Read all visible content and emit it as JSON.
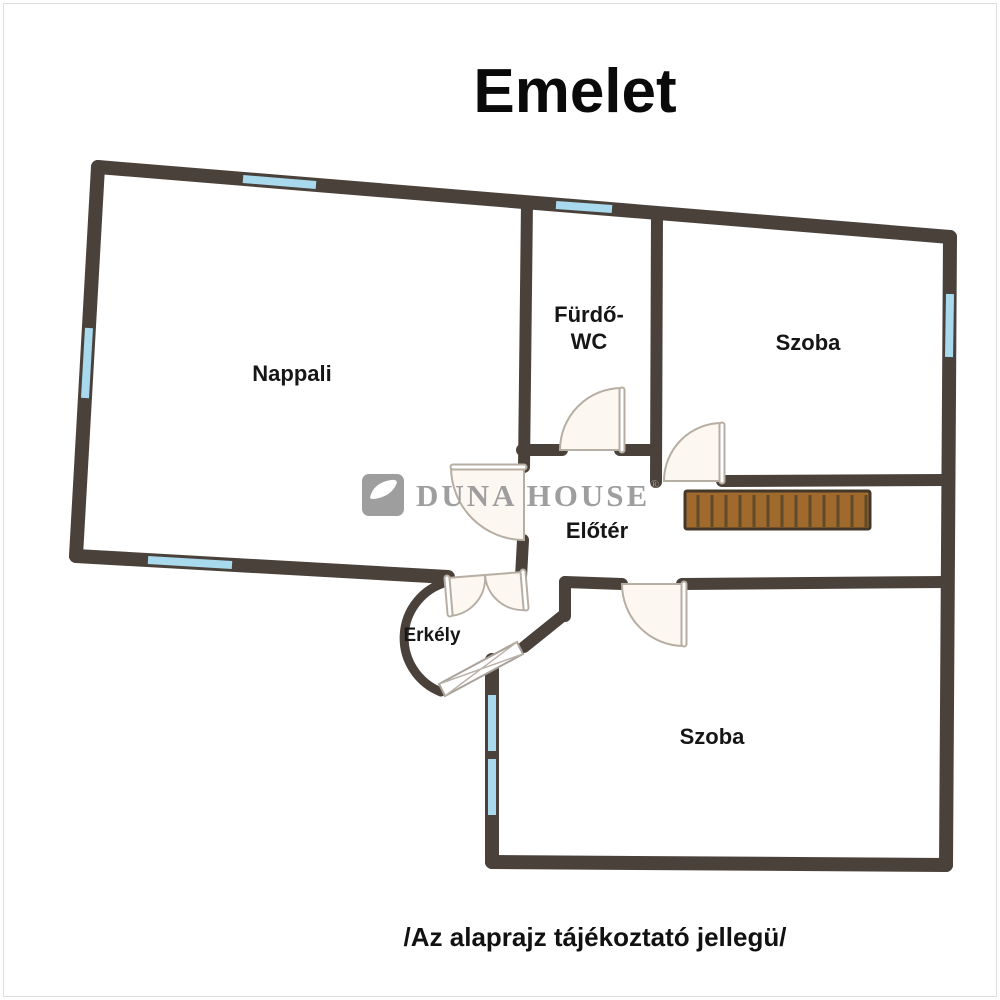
{
  "page": {
    "title": "Emelet",
    "disclaimer": "/Az alaprajz tájékoztató jellegü/"
  },
  "watermark": {
    "brand": "DUNA HOUSE",
    "registered": "®"
  },
  "rooms": {
    "nappali": "Nappali",
    "furdo_line1": "Fürdő-",
    "furdo_line2": "WC",
    "szoba_top": "Szoba",
    "eloter": "Előtér",
    "erkely": "Erkély",
    "szoba_bottom": "Szoba"
  },
  "colors": {
    "wall": "#4a413b",
    "window": "#a8d9ec",
    "stairs": "#a06a2c",
    "watermark": "#9e9e9e",
    "label": "#161616"
  }
}
